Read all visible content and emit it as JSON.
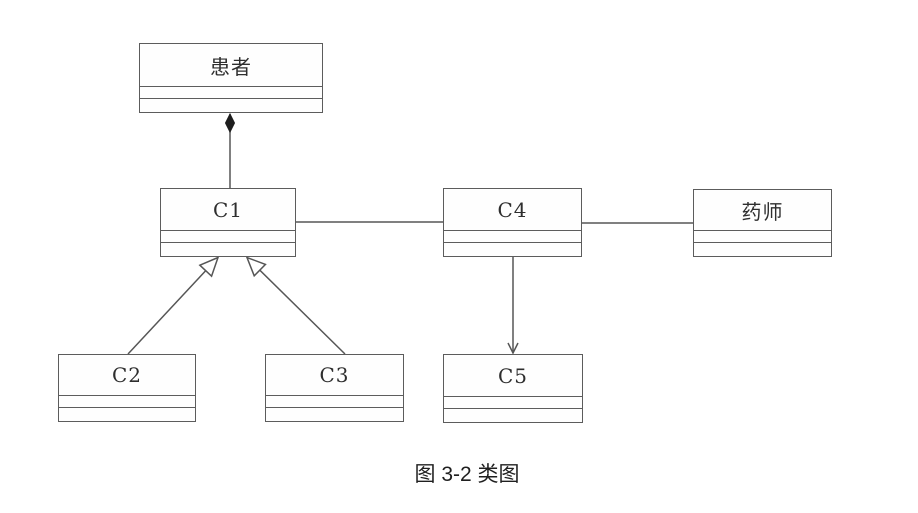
{
  "diagram": {
    "type": "uml-class-diagram",
    "caption": "图 3-2 类图",
    "classes": {
      "patient": {
        "label": "患者"
      },
      "c1": {
        "label": "C1"
      },
      "c4": {
        "label": "C4"
      },
      "pharmacist": {
        "label": "药师"
      },
      "c2": {
        "label": "C2"
      },
      "c3": {
        "label": "C3"
      },
      "c5": {
        "label": "C5"
      }
    },
    "relations": [
      {
        "type": "composition",
        "whole": "患者",
        "part": "C1"
      },
      {
        "type": "association",
        "from": "C1",
        "to": "C4"
      },
      {
        "type": "association",
        "from": "C4",
        "to": "药师"
      },
      {
        "type": "generalization",
        "child": "C2",
        "parent": "C1"
      },
      {
        "type": "generalization",
        "child": "C3",
        "parent": "C1"
      },
      {
        "type": "directed-association",
        "from": "C4",
        "to": "C5"
      }
    ],
    "colors": {
      "line": "#565656",
      "box_border": "#5c5c5c",
      "box_fill": "#ffffff",
      "text": "#2e2e2e",
      "background": "#ffffff"
    }
  }
}
